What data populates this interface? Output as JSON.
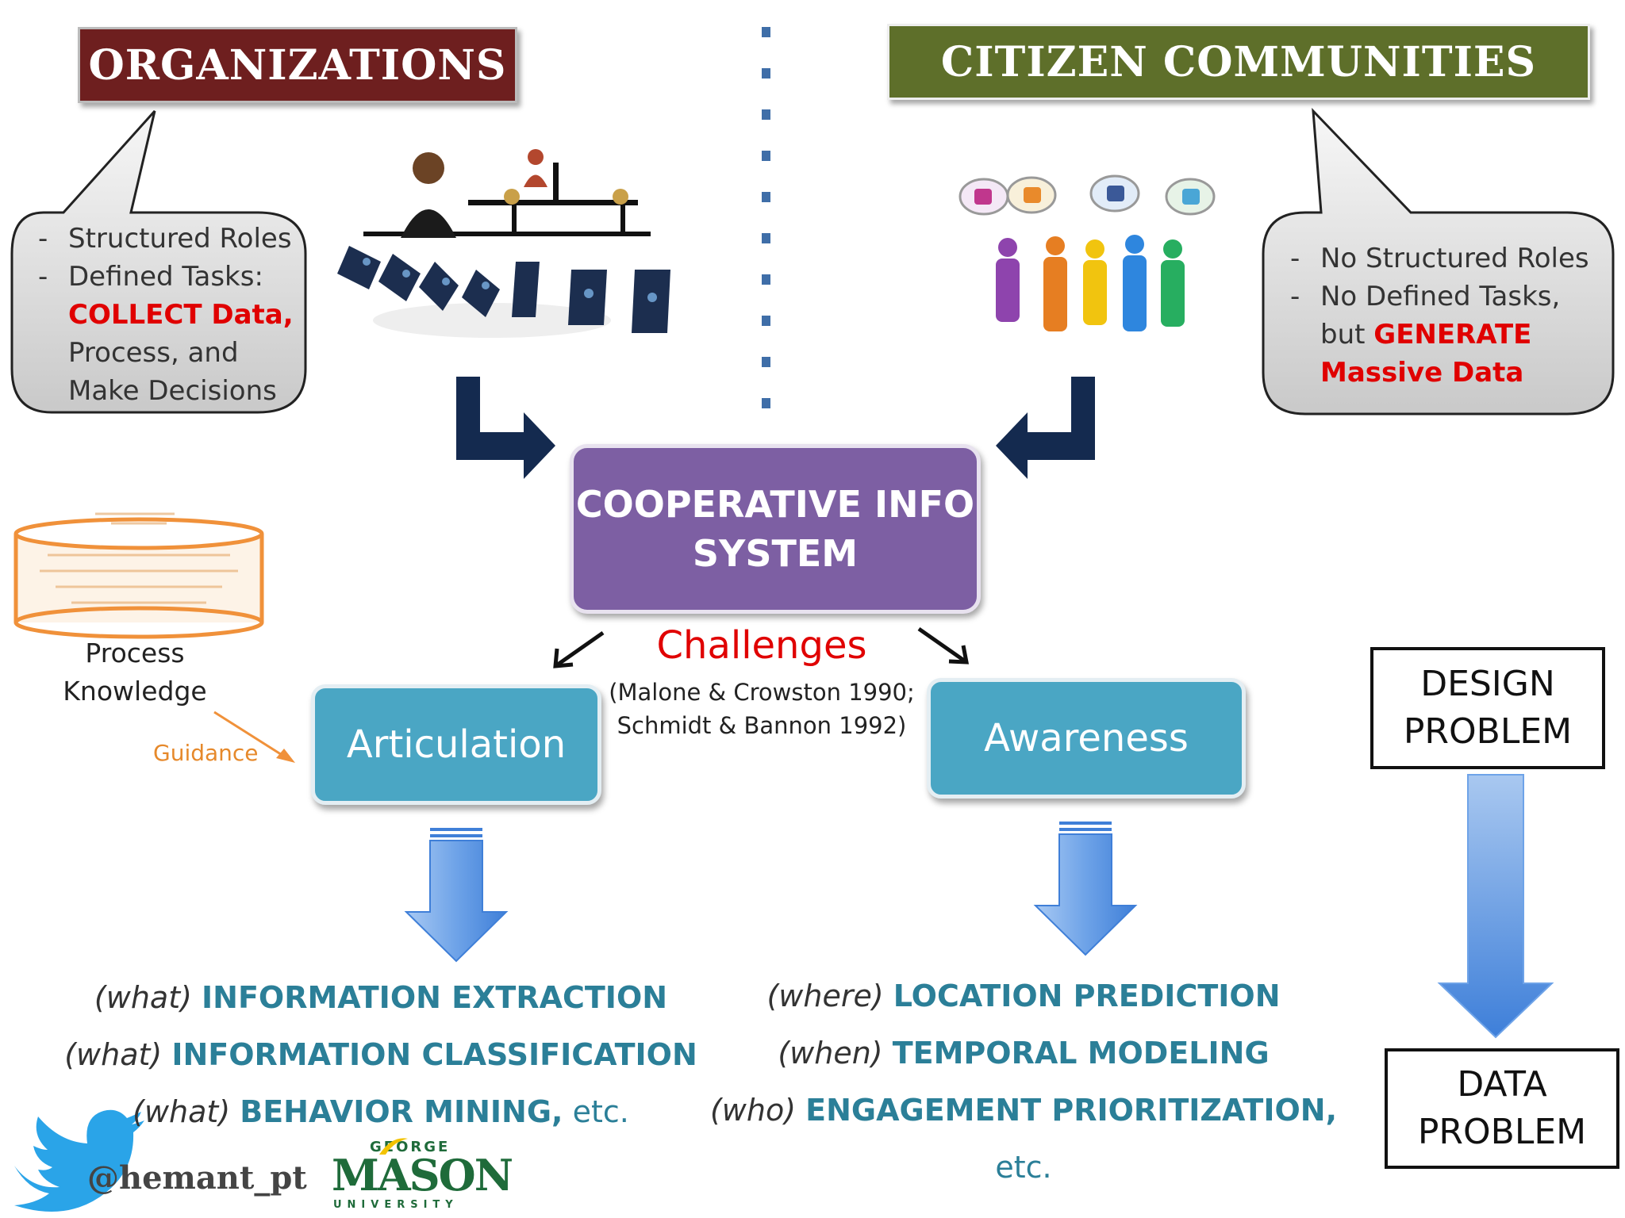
{
  "left_heading": "ORGANIZATIONS",
  "right_heading": "CITIZEN COMMUNITIES",
  "left_bubble": {
    "lines": [
      {
        "dash": "-",
        "text": "Structured Roles"
      },
      {
        "dash": "-",
        "text": "Defined Tasks:"
      },
      {
        "red": "COLLECT Data",
        "after": ","
      },
      {
        "text": "Process, and"
      },
      {
        "text": "Make Decisions"
      }
    ]
  },
  "right_bubble": {
    "lines": [
      {
        "dash": "-",
        "text": "No Structured Roles"
      },
      {
        "dash": "-",
        "text": "No Defined Tasks,"
      },
      {
        "before": "but ",
        "red": "GENERATE"
      },
      {
        "red": "Massive Data"
      }
    ]
  },
  "center_box": {
    "line1": "COOPERATIVE INFO",
    "line2": "SYSTEM"
  },
  "challenges": {
    "title": "Challenges",
    "citation_line1": "(Malone & Crowston 1990;",
    "citation_line2": "Schmidt & Bannon 1992)"
  },
  "articulation": "Articulation",
  "awareness": "Awareness",
  "process_knowledge": {
    "line1": "Process",
    "line2": "Knowledge",
    "guidance": "Guidance"
  },
  "design_problem": {
    "line1": "DESIGN",
    "line2": "PROBLEM"
  },
  "data_problem": {
    "line1": "DATA",
    "line2": "PROBLEM"
  },
  "left_tasks": [
    {
      "q": "(what)",
      "t": "INFORMATION EXTRACTION",
      "etc": ""
    },
    {
      "q": "(what)",
      "t": "INFORMATION CLASSIFICATION",
      "etc": ""
    },
    {
      "q": "(what)",
      "t": "BEHAVIOR MINING,",
      "etc": "etc."
    }
  ],
  "right_tasks": [
    {
      "q": "(where)",
      "t": "LOCATION PREDICTION",
      "etc": ""
    },
    {
      "q": "(when)",
      "t": "TEMPORAL MODELING",
      "etc": ""
    },
    {
      "q": "(who)",
      "t": "ENGAGEMENT PRIORITIZATION,",
      "etc": "etc."
    }
  ],
  "footer": {
    "twitter_handle": "@hemant_pt",
    "logo_text": {
      "top": "GEORGE",
      "main": "MASON",
      "bottom": "UNIVERSITY"
    }
  },
  "colors": {
    "org_banner": "#6e1f1f",
    "citizen_banner": "#5e6f2a",
    "coop_box": "#7d5fa3",
    "challenge_box": "#4aa6c4",
    "task_text": "#2b7f98",
    "highlight_red": "#e00000",
    "navy_arrow": "#142a4f",
    "guidance_orange": "#e6892b"
  }
}
